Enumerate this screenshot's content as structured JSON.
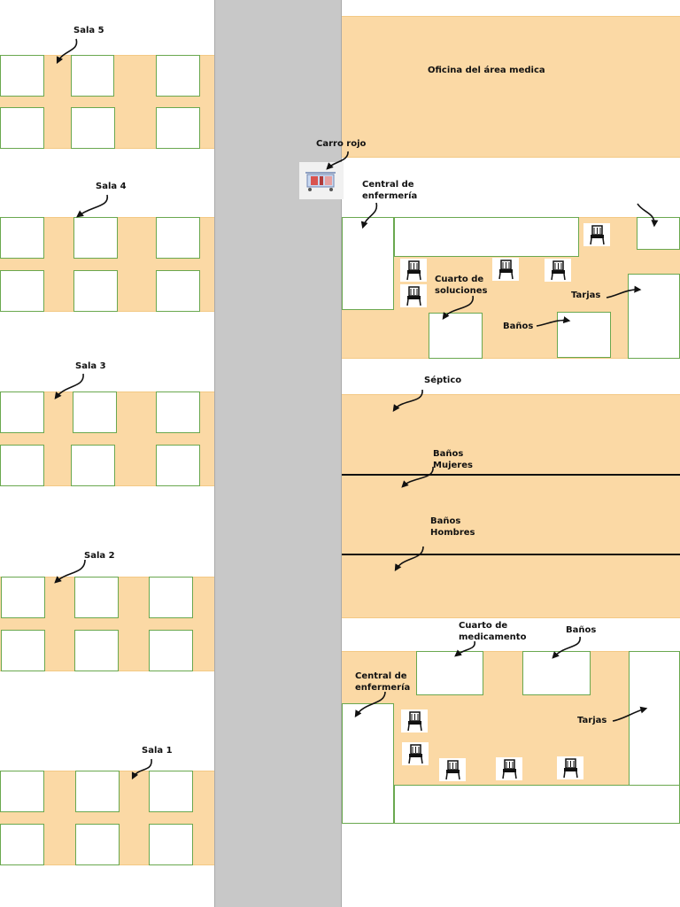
{
  "labels": {
    "sala5": "Sala 5",
    "sala4": "Sala 4",
    "sala3": "Sala 3",
    "sala2": "Sala 2",
    "sala1": "Sala 1",
    "oficina": "Oficina del área medica",
    "carro": "Carro rojo",
    "central1": [
      "Central de",
      "enfermería"
    ],
    "cuarto_soluciones": [
      "Cuarto de",
      "soluciones"
    ],
    "banos1": "Baños",
    "tarjas1": "Tarjas",
    "septico": "Séptico",
    "banos_mujeres": [
      "Baños",
      "Mujeres"
    ],
    "banos_hombres": [
      "Baños",
      "Hombres"
    ],
    "cuarto_medicamento": [
      "Cuarto de",
      "medicamento"
    ],
    "banos2": "Baños",
    "central2": [
      "Central de",
      "enfermería"
    ],
    "tarjas2": "Tarjas"
  },
  "icons": {
    "chair": "chair-icon",
    "cart": "red-cart-icon",
    "arrow": "curved-arrow-icon"
  },
  "colors": {
    "room_fill": "#fbd9a5",
    "corridor": "#c8c8c8",
    "bed_border": "#6aa84f"
  }
}
